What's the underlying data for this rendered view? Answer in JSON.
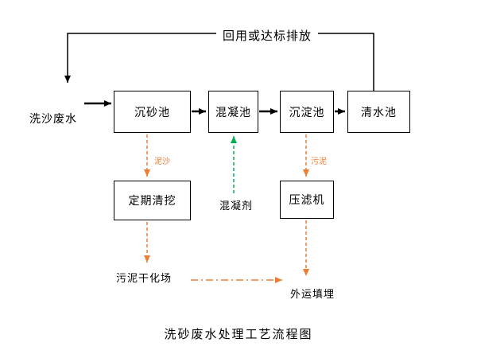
{
  "diagram": {
    "title": "洗砂废水处理工艺流程图",
    "influent_label": "洗沙废水",
    "feedback_label": "回用或达标排放",
    "process_boxes": {
      "grit_chamber": "沉砂池",
      "coagulation_tank": "混凝池",
      "sedimentation_tank": "沉淀池",
      "clear_water_tank": "清水池",
      "periodic_dredging": "定期清挖",
      "filter_press": "压滤机"
    },
    "flow_labels": {
      "sediment": "泥沙",
      "sludge": "污泥",
      "coagulant": "混凝剂"
    },
    "terminals": {
      "sludge_drying_field": "污泥干化场",
      "offsite_landfill": "外运填埋"
    },
    "colors": {
      "main_flow": "#000000",
      "sludge_flow": "#ED7D31",
      "coagulant_flow": "#00B050"
    }
  }
}
